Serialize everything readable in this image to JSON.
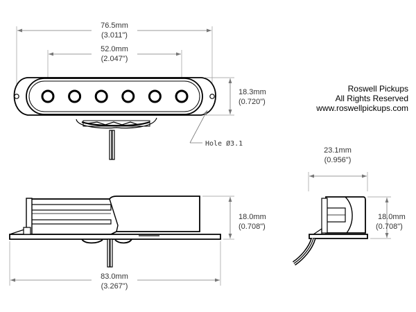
{
  "company": {
    "name": "Roswell Pickups",
    "rights": "All Rights Reserved",
    "url": "www.roswellpickups.com"
  },
  "dimensions": {
    "overall_width": {
      "mm": "76.5mm",
      "in": "(3.011\")"
    },
    "pole_spacing": {
      "mm": "52.0mm",
      "in": "(2.047\")"
    },
    "cover_width": {
      "mm": "18.3mm",
      "in": "(0.720\")"
    },
    "hole": "Hole Ø3.1",
    "side_height": {
      "mm": "18.0mm",
      "in": "(0.708\")"
    },
    "base_length": {
      "mm": "83.0mm",
      "in": "(3.267\")"
    },
    "end_depth": {
      "mm": "23.1mm",
      "in": "(0.956\")"
    },
    "end_height": {
      "mm": "18.0mm",
      "in": "(0.708\")"
    }
  },
  "colors": {
    "outline": "#000000",
    "dimension": "#777777",
    "text": "#333333"
  }
}
